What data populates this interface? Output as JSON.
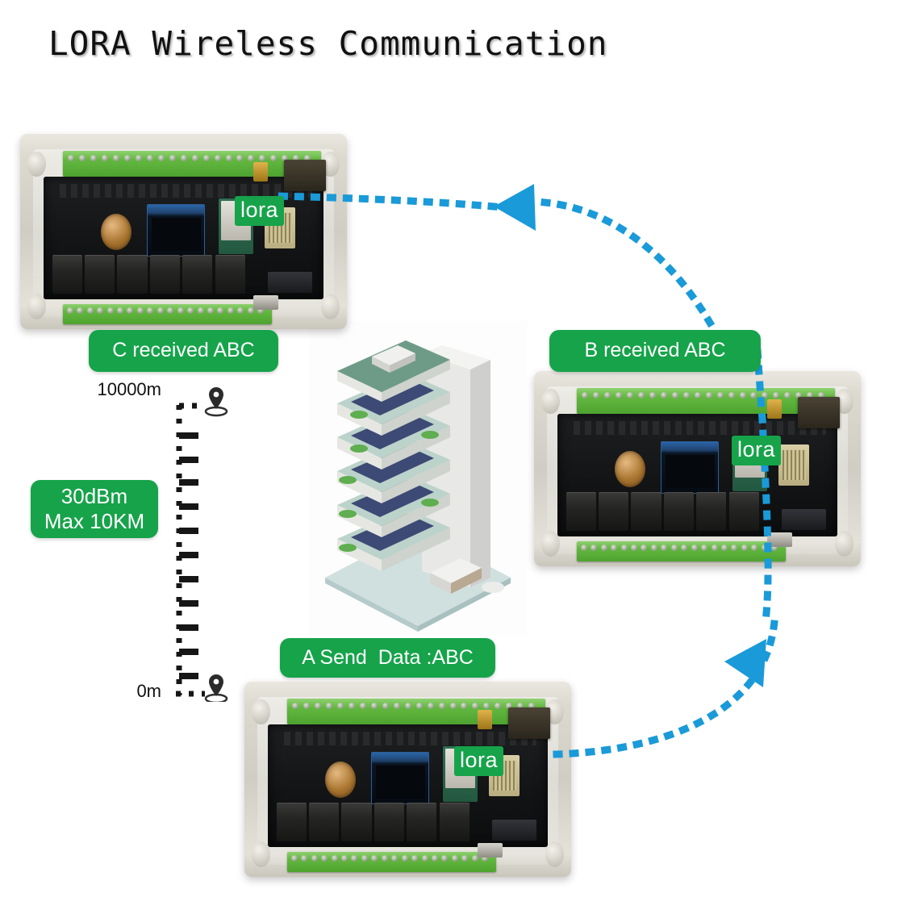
{
  "title": "LORA Wireless Communication",
  "theme": {
    "badge_green": "#16a34a",
    "link_blue": "#1a9ad8",
    "background": "#ffffff",
    "title_color": "#111111"
  },
  "badges": {
    "node_c": "C received ABC",
    "node_b": "B received ABC",
    "node_a": "A Send  Data :ABC",
    "power_line1": "30dBm",
    "power_line2": "Max 10KM"
  },
  "module_tags": {
    "c": "lora",
    "b": "lora",
    "a": "lora"
  },
  "scale": {
    "top_label": "10000m",
    "bottom_label": "0m",
    "tick_count": 11,
    "top_pin": "location-pin-icon",
    "bottom_pin": "location-pin-icon"
  },
  "links": [
    {
      "name": "a-to-b",
      "from": "node-a",
      "to": "node-b",
      "style": "dotted",
      "arrowhead": true
    },
    {
      "name": "b-to-c",
      "from": "node-b",
      "to": "node-c",
      "style": "dotted",
      "arrowhead": true
    }
  ],
  "boards": [
    {
      "id": "node-c",
      "label": "C received ABC",
      "tag": "lora"
    },
    {
      "id": "node-b",
      "label": "B received ABC",
      "tag": "lora"
    },
    {
      "id": "node-a",
      "label": "A Send  Data :ABC",
      "tag": "lora"
    }
  ],
  "illustration": {
    "name": "isometric-office-building",
    "floors": 6
  }
}
